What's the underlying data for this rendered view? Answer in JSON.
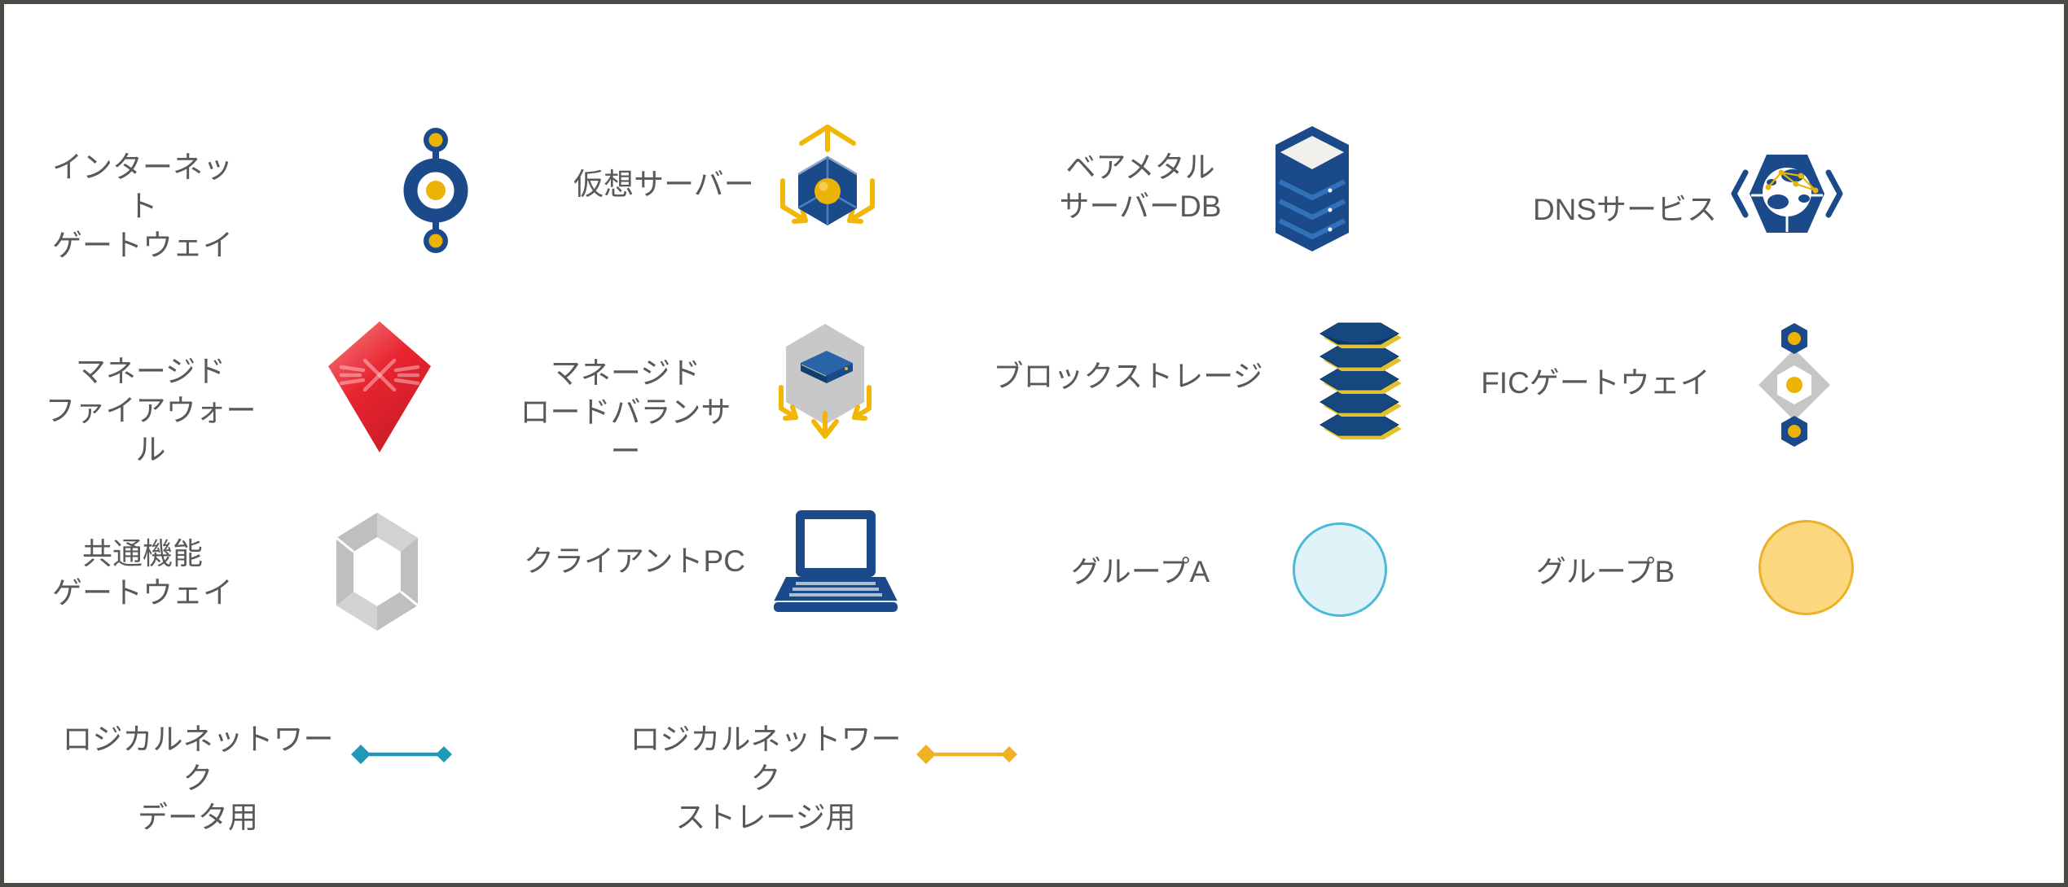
{
  "page": {
    "background": "#ffffff",
    "border_color": "#4b4a45"
  },
  "legend": {
    "items": [
      {
        "label": "インターネット\nゲートウェイ",
        "icon": "internet-gateway-icon"
      },
      {
        "label": "仮想サーバー",
        "icon": "virtual-server-icon"
      },
      {
        "label": "ベアメタル\nサーバーDB",
        "icon": "baremetal-server-db-icon"
      },
      {
        "label": "DNSサービス",
        "icon": "dns-service-icon"
      },
      {
        "label": "マネージド\nファイアウォール",
        "icon": "managed-firewall-icon"
      },
      {
        "label": "マネージド\nロードバランサー",
        "icon": "managed-load-balancer-icon"
      },
      {
        "label": "ブロックストレージ",
        "icon": "block-storage-icon"
      },
      {
        "label": "FICゲートウェイ",
        "icon": "fic-gateway-icon"
      },
      {
        "label": "共通機能\nゲートウェイ",
        "icon": "common-function-gateway-icon"
      },
      {
        "label": "クライアントPC",
        "icon": "client-pc-icon"
      },
      {
        "label": "グループA",
        "icon": "group-a-circle"
      },
      {
        "label": "グループB",
        "icon": "group-b-circle"
      },
      {
        "label": "ロジカルネットワーク\nデータ用",
        "icon": "logical-network-data-line"
      },
      {
        "label": "ロジカルネットワーク\nストレージ用",
        "icon": "logical-network-storage-line"
      }
    ]
  },
  "colors": {
    "navy": "#1b4a8a",
    "mid_blue": "#2a64a8",
    "gold": "#ecb305",
    "arrow_yellow": "#f2b705",
    "firewall_red": "#e8242f",
    "firewall_orange": "#f59a57",
    "gray": "#c6c6c6",
    "group_a_fill": "#e0f3f9",
    "group_a_border": "#4cb9d6",
    "group_b_fill": "#fbd87e",
    "group_b_border": "#edb02a",
    "data_line_teal": "#2098b8",
    "storage_line_yellow": "#eeb123",
    "label_text": "#595959"
  }
}
